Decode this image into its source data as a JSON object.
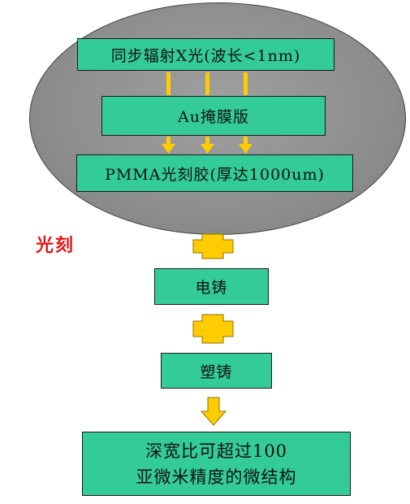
{
  "title_label": "光刻",
  "boxes": {
    "synchrotron": "同步辐射X光(波长<1nm)",
    "mask": "Au掩膜版",
    "resist": "PMMA光刻胶(厚达1000um)",
    "electroforming": "电铸",
    "molding": "塑铸",
    "result_line1": "深宽比可超过100",
    "result_line2": "亚微米精度的微结构"
  },
  "colors": {
    "box_fill": "#33cc99",
    "arrow_fill": "#ffcc00",
    "ellipse_fill": "#8c8c8c",
    "label_red": "#e01818"
  },
  "icons": [
    "down-arrow-icon",
    "plus-connector-icon"
  ]
}
